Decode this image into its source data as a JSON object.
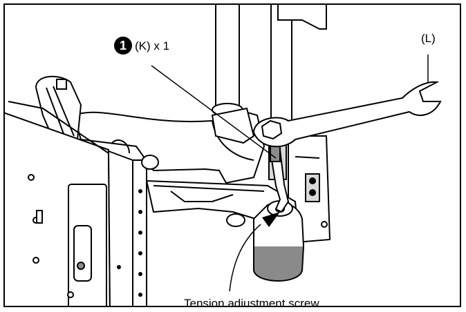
{
  "callouts": {
    "step_number": "1",
    "part_k": "(K) x 1",
    "part_l": "(L)",
    "tension_screw": "Tension adjustment screw"
  },
  "colors": {
    "ink": "#000000",
    "paper": "#ffffff",
    "shade": "#d9d9d9",
    "dark_shade": "#8a8a8a"
  }
}
